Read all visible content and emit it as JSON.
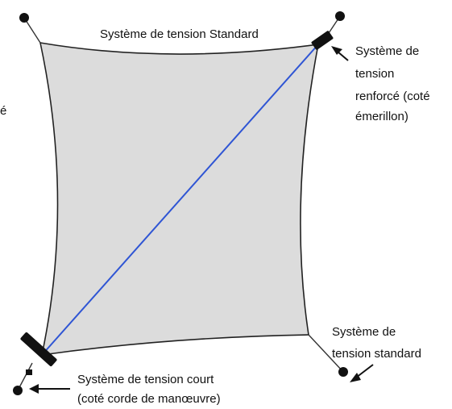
{
  "labels": {
    "top_left": "Système de tension Standard",
    "top_right": [
      "Système de",
      "tension",
      "renforcé (coté",
      "émerillon)"
    ],
    "bottom_right": [
      "Système de",
      "tension standard"
    ],
    "bottom_left": [
      "Système de tension court",
      "(coté corde de manœuvre)"
    ],
    "left_edge_fragment": "é"
  },
  "colors": {
    "sail_fill": "#dcdcdc",
    "sail_outline": "#222222",
    "diagonal": "#2f55d4",
    "hardware": "#111111"
  }
}
